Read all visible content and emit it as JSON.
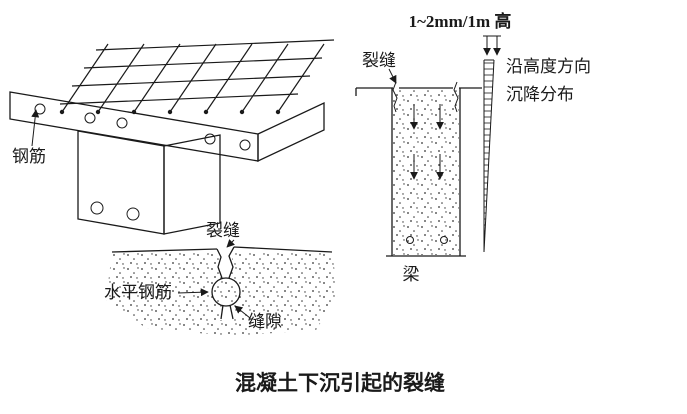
{
  "figure": {
    "caption": "混凝土下沉引起的裂缝",
    "left_view": {
      "rebar_label": "钢筋",
      "crack_label": "裂缝",
      "horizontal_rebar_label": "水平钢筋",
      "gap_label": "缝隙"
    },
    "right_view": {
      "settlement_note": "1~2mm/1m 高",
      "crack_label": "裂缝",
      "distribution_label_line1": "沿高度方向",
      "distribution_label_line2": "沉降分布",
      "beam_label": "梁"
    },
    "colors": {
      "ink": "#1a1a1a",
      "background": "#ffffff"
    }
  }
}
